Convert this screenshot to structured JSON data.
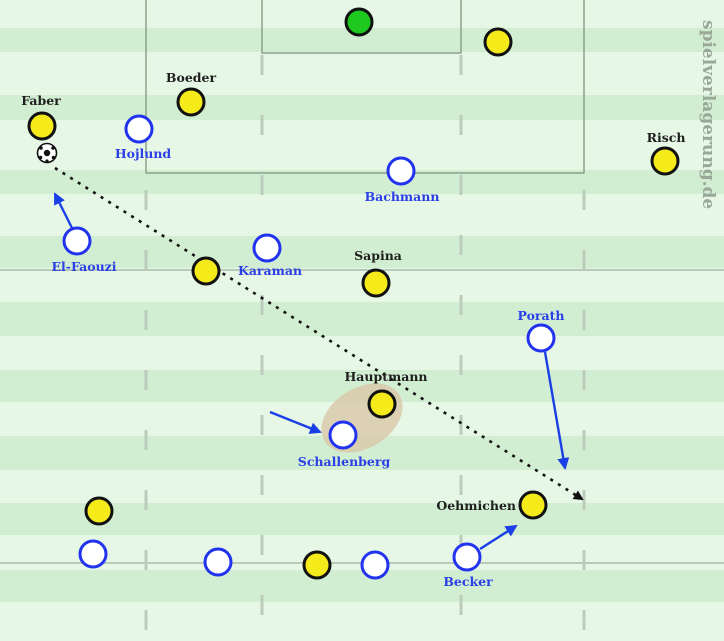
{
  "watermark": "spielverlagerung.de",
  "colors": {
    "yellow_team": "#f5ea1a",
    "blue_team_fill": "#ffffff",
    "blue_team_ring": "#2233ee",
    "goalkeeper": "#1ec81e",
    "arrow_blue": "#1b3fe6",
    "pass_line": "#111111",
    "pressing_zone": "#d8c4a4"
  },
  "players": {
    "yellow": [
      {
        "id": "gk",
        "label": ""
      },
      {
        "id": "top-right",
        "label": ""
      },
      {
        "id": "boeder",
        "label": "Boeder"
      },
      {
        "id": "faber",
        "label": "Faber"
      },
      {
        "id": "risch",
        "label": "Risch"
      },
      {
        "id": "mid-left",
        "label": ""
      },
      {
        "id": "sapina",
        "label": "Sapina"
      },
      {
        "id": "hauptmann",
        "label": "Hauptmann"
      },
      {
        "id": "bottom-left",
        "label": ""
      },
      {
        "id": "oehmichen",
        "label": "Oehmichen"
      },
      {
        "id": "bottom-center",
        "label": ""
      }
    ],
    "blue": [
      {
        "id": "hojlund",
        "label": "Hojlund"
      },
      {
        "id": "bachmann",
        "label": "Bachmann"
      },
      {
        "id": "el-faouzi",
        "label": "El-Faouzi"
      },
      {
        "id": "karaman",
        "label": "Karaman"
      },
      {
        "id": "porath",
        "label": "Porath"
      },
      {
        "id": "schallenberg",
        "label": "Schallenberg"
      },
      {
        "id": "bottom-1",
        "label": ""
      },
      {
        "id": "bottom-2",
        "label": ""
      },
      {
        "id": "bottom-3",
        "label": ""
      },
      {
        "id": "becker",
        "label": "Becker"
      }
    ]
  },
  "ball": {
    "holder": "Faber",
    "icon": "soccer-ball-icon"
  },
  "arrows": [
    {
      "type": "pass",
      "from": "Faber",
      "style": "dotted"
    },
    {
      "type": "run",
      "player": "El-Faouzi"
    },
    {
      "type": "run",
      "player": "Porath"
    },
    {
      "type": "run",
      "player": "Schallenberg"
    },
    {
      "type": "run",
      "player": "Becker"
    }
  ],
  "annotations": {
    "pressing_zone": "Hauptmann-Schallenberg"
  }
}
